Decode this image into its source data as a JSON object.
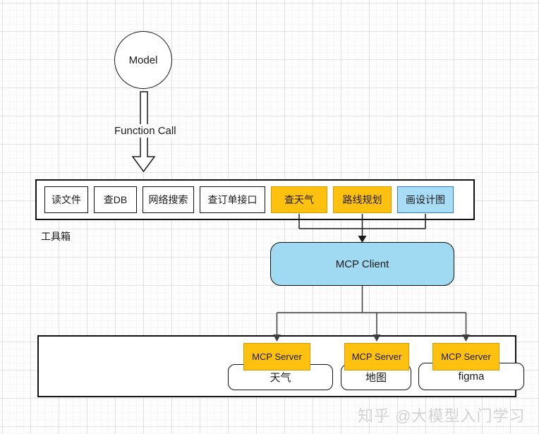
{
  "model": {
    "label": "Model"
  },
  "function_call": {
    "label": "Function Call"
  },
  "toolbox": {
    "label": "工具箱",
    "tools": [
      {
        "label": "读文件"
      },
      {
        "label": "查DB"
      },
      {
        "label": "网络搜索"
      },
      {
        "label": "查订单接口"
      },
      {
        "label": "查天气"
      },
      {
        "label": "路线规划"
      },
      {
        "label": "画设计图"
      }
    ]
  },
  "mcp_client": {
    "label": "MCP Client"
  },
  "mcp_servers": [
    {
      "label": "MCP Server",
      "service": "天气"
    },
    {
      "label": "MCP Server",
      "service": "地图"
    },
    {
      "label": "MCP Server",
      "service": "figma"
    }
  ],
  "watermark": {
    "text": "知乎 @大模型入门学习"
  },
  "colors": {
    "highlight-orange": "#ffc110",
    "highlight-blue-fill": "#a8ddf5",
    "highlight-blue-border": "#2e7fc1",
    "client-fill": "#a0d9f2",
    "line": "#1a1a1a"
  }
}
